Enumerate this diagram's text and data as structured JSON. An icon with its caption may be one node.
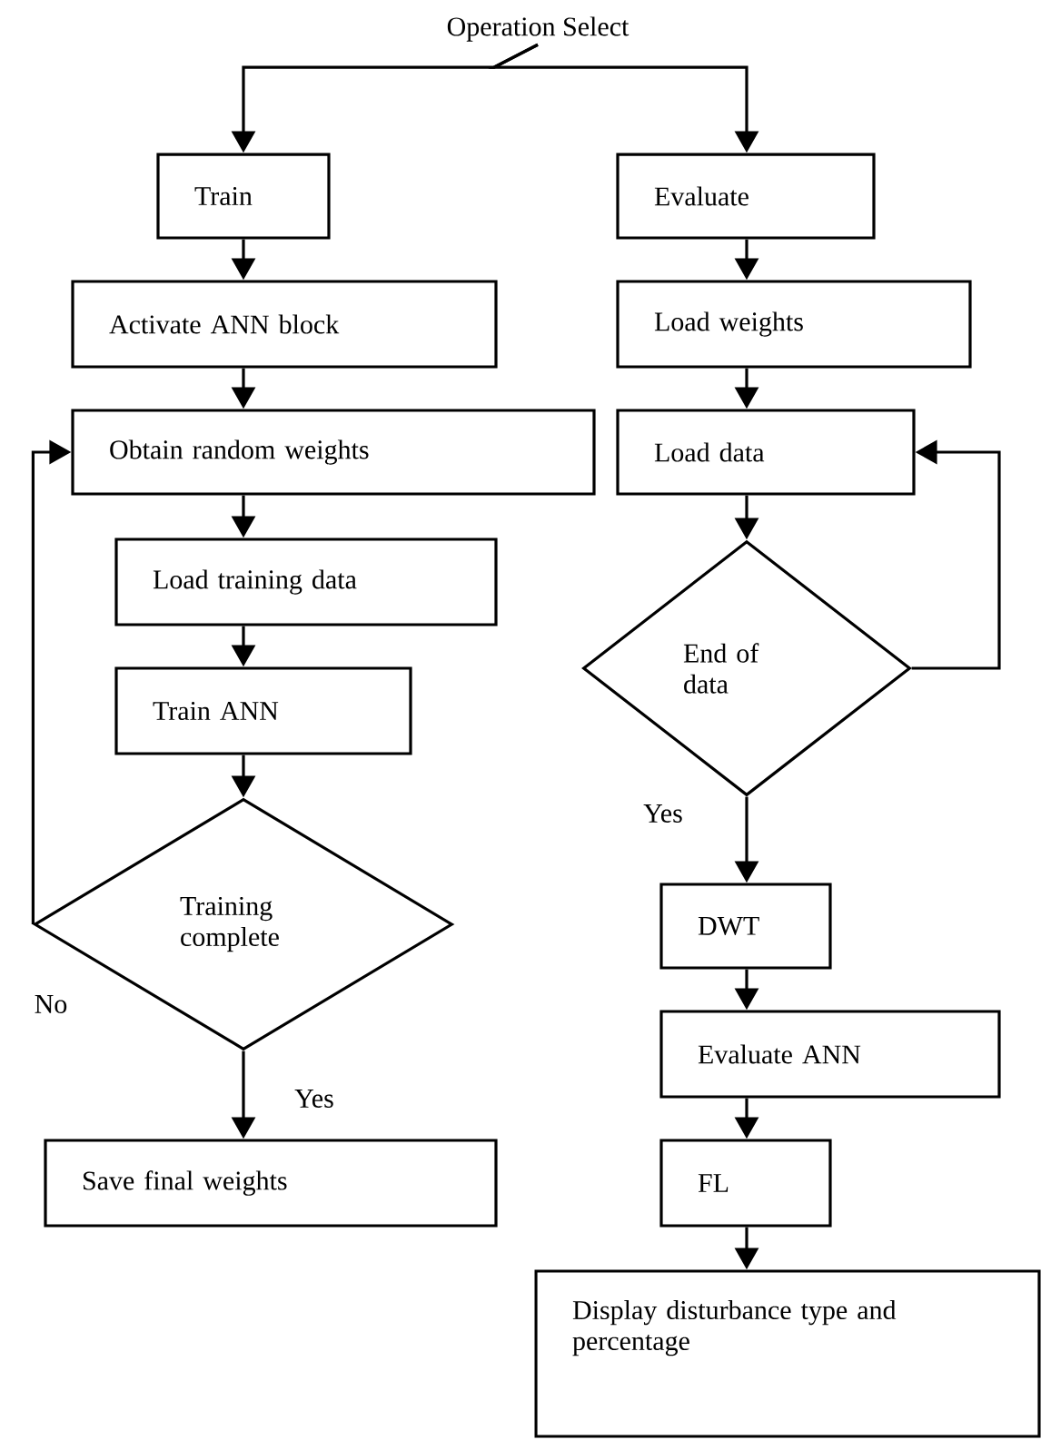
{
  "diagram": {
    "nodes": [
      {
        "text": [
          "Operation Select"
        ]
      },
      {
        "text": [
          "Train"
        ]
      },
      {
        "text": [
          "Evaluate"
        ]
      },
      {
        "text": [
          "Activate ANN block"
        ]
      },
      {
        "text": [
          "Load weights"
        ]
      },
      {
        "text": [
          "Obtain random weights"
        ]
      },
      {
        "text": [
          "Load data"
        ]
      },
      {
        "text": [
          "Load training data"
        ]
      },
      {
        "text": [
          "End of data"
        ]
      },
      {
        "text": [
          "Train ANN"
        ]
      },
      {
        "text": [
          "Training complete"
        ]
      },
      {
        "text": [
          "DWT"
        ]
      },
      {
        "text": [
          "Save final weights"
        ]
      },
      {
        "text": [
          "Evaluate ANN"
        ]
      },
      {
        "text": [
          "FL"
        ]
      },
      {
        "text": [
          "Display disturbance type and percentage"
        ]
      }
    ],
    "edges": [
      {
        "from": 0,
        "to": 1,
        "arrow": "to"
      },
      {
        "from": 0,
        "to": 2,
        "arrow": "to"
      },
      {
        "from": 1,
        "to": 3,
        "arrow": "to"
      },
      {
        "from": 3,
        "to": 5,
        "arrow": "to"
      },
      {
        "from": 5,
        "to": 7,
        "arrow": "to"
      },
      {
        "from": 7,
        "to": 9,
        "arrow": "to"
      },
      {
        "from": 9,
        "to": 10,
        "arrow": "to"
      },
      {
        "from": 10,
        "to": 12,
        "label": "Yes",
        "arrow": "to"
      },
      {
        "from": 10,
        "to": 5,
        "label": "No",
        "arrow": "to"
      },
      {
        "from": 2,
        "to": 4,
        "arrow": "to"
      },
      {
        "from": 4,
        "to": 6,
        "arrow": "to"
      },
      {
        "from": 6,
        "to": 8,
        "arrow": "to"
      },
      {
        "from": 8,
        "to": 6,
        "arrow": "to"
      },
      {
        "from": 8,
        "to": 11,
        "label": "Yes",
        "arrow": "to"
      },
      {
        "from": 11,
        "to": 13,
        "arrow": "to"
      },
      {
        "from": 13,
        "to": 14,
        "arrow": "to"
      },
      {
        "from": 14,
        "to": 15,
        "arrow": "to"
      }
    ]
  }
}
